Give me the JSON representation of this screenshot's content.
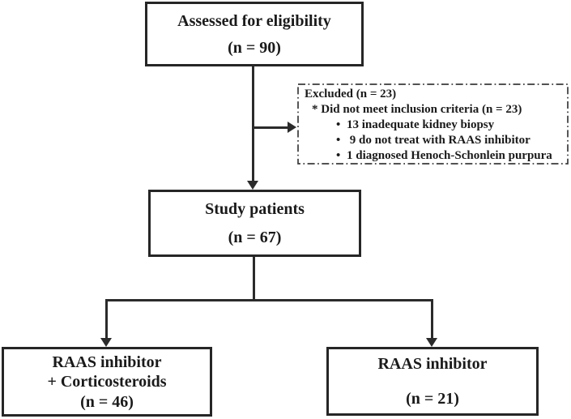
{
  "flowchart": {
    "boxes": {
      "assessed": {
        "title": "Assessed for eligibility",
        "count": "(n = 90)"
      },
      "excluded": {
        "title": "Excluded (n = 23)",
        "criteria": "* Did not meet inclusion criteria (n = 23)",
        "bullet": "•",
        "items": [
          "13 inadequate kidney biopsy",
          " 9 do not treat with RAAS inhibitor",
          "1 diagnosed Henoch-Schonlein purpura"
        ]
      },
      "study": {
        "title": "Study patients",
        "count": "(n = 67)"
      },
      "raas_corticosteroids": {
        "title": "RAAS inhibitor",
        "subtitle": "+ Corticosteroids",
        "count": "(n = 46)"
      },
      "raas": {
        "title": "RAAS inhibitor",
        "count": "(n = 21)"
      }
    },
    "colors": {
      "box-border": "#262626",
      "connector": "#2b2b2b",
      "text": "#1a1a1a",
      "background": "#ffffff",
      "excluded-border": "#3a3a3a"
    }
  }
}
